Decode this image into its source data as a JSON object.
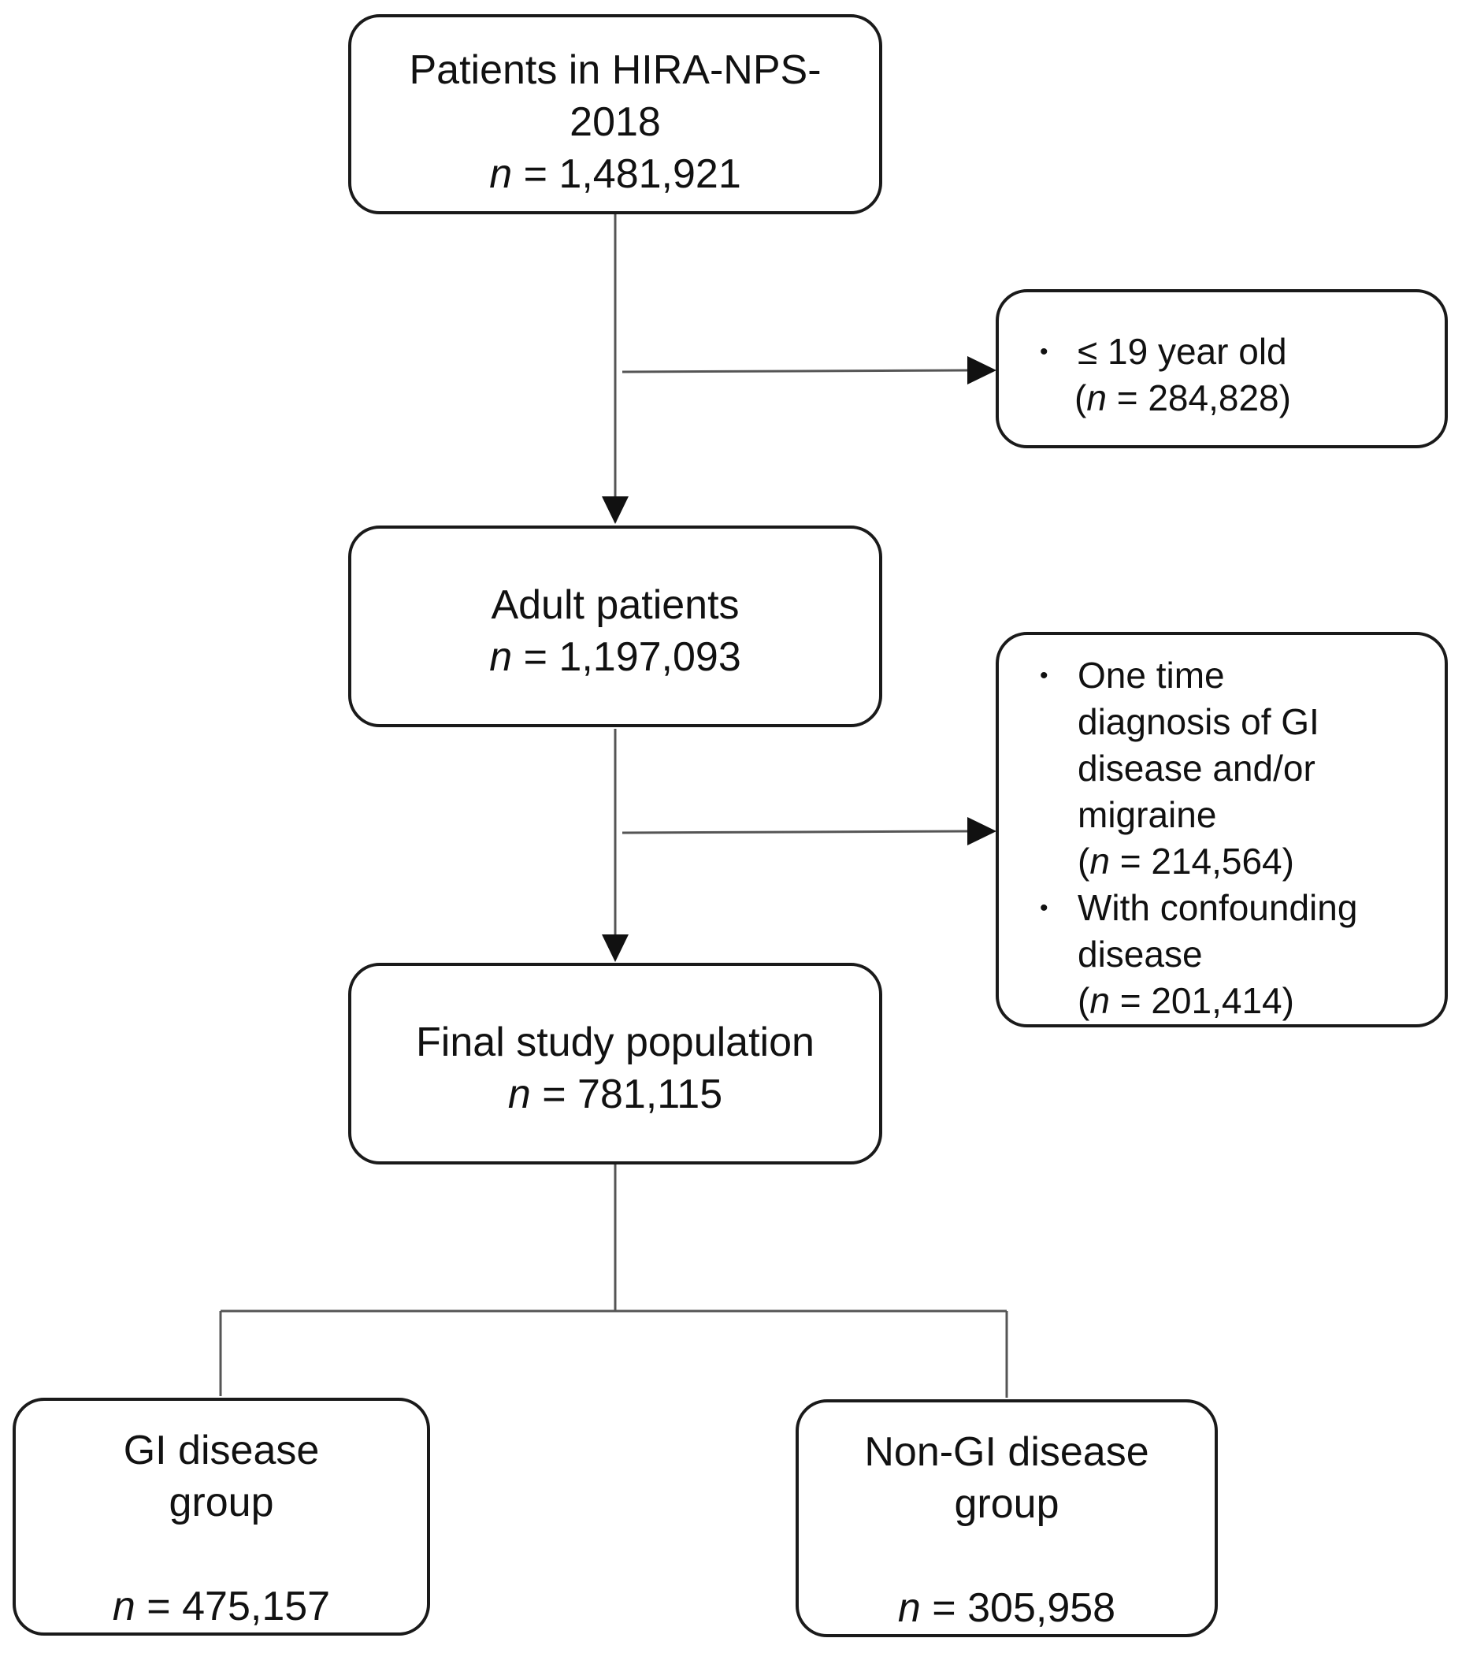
{
  "boxes": {
    "source": {
      "lines": [
        "Patients in HIRA-NPS-",
        "2018"
      ],
      "n_label": "n",
      "n_value": " = 1,481,921"
    },
    "exclusion1": {
      "bullet": "•",
      "line1": "≤ 19 year old",
      "count_open": "(",
      "n_label": "n",
      "count_rest": " = 284,828)"
    },
    "adult": {
      "title": "Adult patients",
      "n_label": "n",
      "n_value": " = 1,197,093"
    },
    "exclusion2": {
      "bullet": "•",
      "item1_lines": [
        "One time",
        "diagnosis  of GI",
        "disease and/or",
        "migraine"
      ],
      "item1_count_open": "(",
      "item1_n_label": "n",
      "item1_count_rest": " = 214,564)",
      "item2_lines": [
        "With confounding",
        "disease"
      ],
      "item2_count_open": "(",
      "item2_n_label": "n",
      "item2_count_rest": " = 201,414)"
    },
    "final": {
      "title": "Final study population",
      "n_label": "n",
      "n_value": " = 781,115"
    },
    "gi_group": {
      "lines": [
        "GI disease",
        "group"
      ],
      "n_label": "n",
      "n_value": " = 475,157"
    },
    "non_gi_group": {
      "lines": [
        "Non-GI disease",
        "group"
      ],
      "n_label": "n",
      "n_value": " = 305,958"
    }
  },
  "colors": {
    "stroke": "#1a1a1a",
    "connector": "#555555",
    "background": "#ffffff"
  }
}
